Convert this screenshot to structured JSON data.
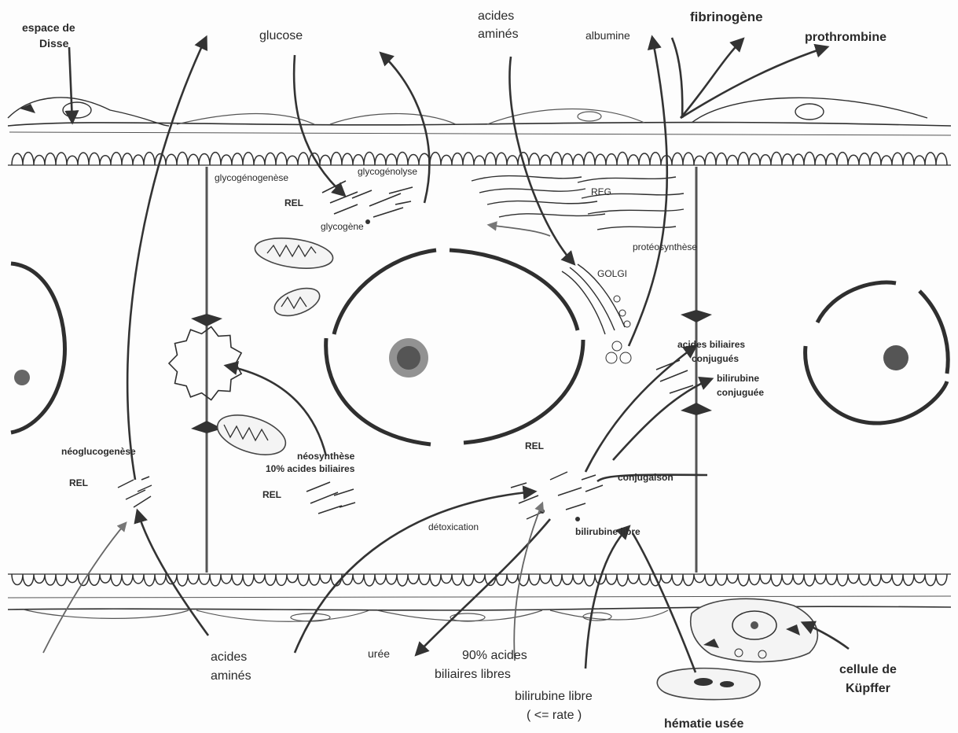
{
  "labels": {
    "espace_de": "espace de",
    "disse": "Disse",
    "glucose": "glucose",
    "acides_amines_top_1": "acides",
    "acides_amines_top_2": "aminés",
    "albumine": "albumine",
    "fibrinogene": "fibrinogène",
    "prothrombine": "prothrombine",
    "glycogenogenese": "glycogénogenèse",
    "glycogenolyse": "glycogénolyse",
    "rel_top": "REL",
    "glycogene": "glycogène",
    "reg": "REG",
    "proteosynthese": "protéosynthèse",
    "golgi": "GOLGI",
    "acides_biliaires_conj_1": "acides biliaires",
    "acides_biliaires_conj_2": "conjugués",
    "bilirubine_conj_1": "bilirubine",
    "bilirubine_conj_2": "conjuguée",
    "neoglucogenese": "néoglucogenèse",
    "rel_left": "REL",
    "neosynthese_1": "néosynthèse",
    "neosynthese_2": "10% acides biliaires",
    "rel_mid": "REL",
    "rel_center": "REL",
    "conjugaison": "conjugaison",
    "detoxication": "détoxication",
    "bilirubine_libre_mid": "bilirubine libre",
    "acides_amines_bottom_1": "acides",
    "acides_amines_bottom_2": "aminés",
    "uree": "urée",
    "acides_biliaires_libres_1": "90% acides",
    "acides_biliaires_libres_2": "biliaires libres",
    "bilirubine_libre_bottom_1": "bilirubine libre",
    "bilirubine_libre_bottom_2": "( <= rate )",
    "cellule_kupffer_1": "cellule de",
    "cellule_kupffer_2": "Küpffer",
    "hematie_usee": "hématie usée"
  }
}
